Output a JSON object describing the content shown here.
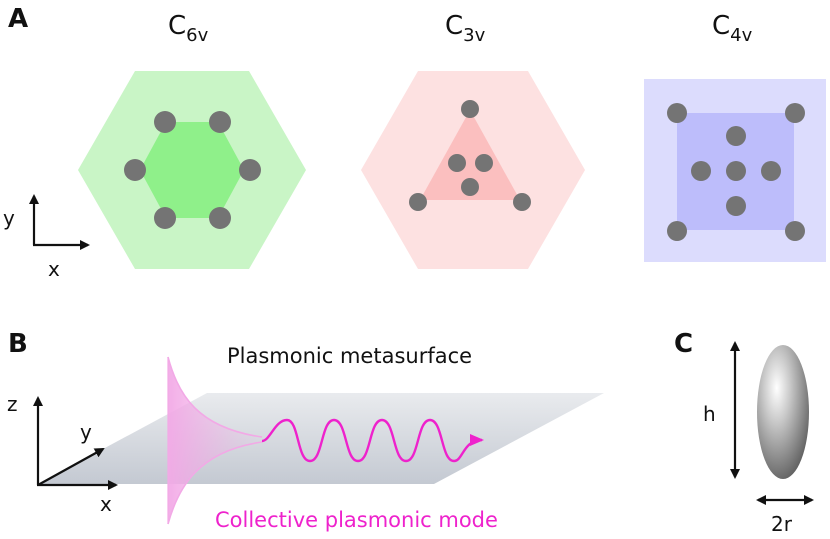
{
  "panel_a": {
    "letter": "A",
    "symmetries": [
      {
        "main": "C",
        "sub": "6v"
      },
      {
        "main": "C",
        "sub": "3v"
      },
      {
        "main": "C",
        "sub": "4v"
      }
    ],
    "axes": {
      "x": "x",
      "y": "y"
    },
    "colors": {
      "c6v_outer": "#c9f5c6",
      "c6v_inner": "#8ff08a",
      "c3v_outer": "#fde1e1",
      "c3v_inner": "#fbbfbf",
      "c4v_outer": "#dcdcfd",
      "c4v_inner": "#bdbdfb",
      "particle": "#747474"
    }
  },
  "panel_b": {
    "letter": "B",
    "title": "Plasmonic metasurface",
    "mode_label": "Collective plasmonic mode",
    "axes": {
      "x": "x",
      "y": "y",
      "z": "z"
    },
    "colors": {
      "mode": "#ee22cc",
      "surface": "#d9dde4"
    }
  },
  "panel_c": {
    "letter": "C",
    "height_label": "h",
    "radius_label": "2r"
  }
}
